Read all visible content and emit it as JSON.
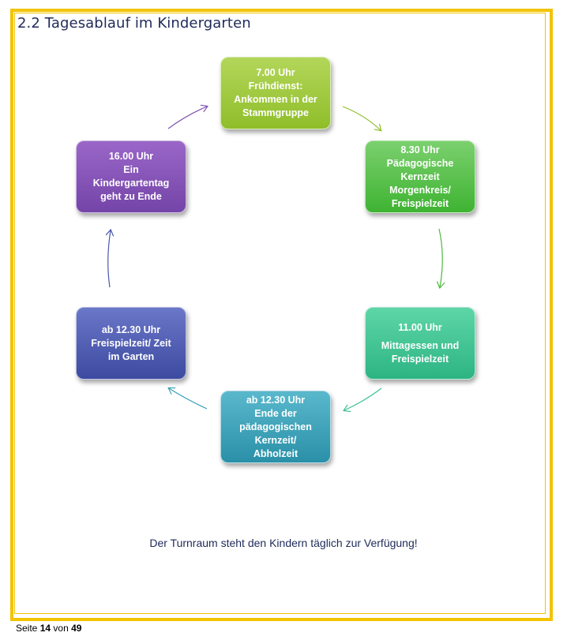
{
  "heading": "2.2 Tagesablauf im Kindergarten",
  "schedule": [
    {
      "lines": [
        "7.00 Uhr",
        "Frühdienst:",
        "Ankommen in der",
        "Stammgruppe"
      ]
    },
    {
      "lines": [
        "8.30 Uhr",
        "Pädagogische",
        "Kernzeit",
        "Morgenkreis/",
        "Freispielzeit"
      ]
    },
    {
      "lines": [
        "11.00 Uhr",
        "",
        "Mittagessen und",
        "Freispielzeit"
      ]
    },
    {
      "lines": [
        "ab 12.30 Uhr",
        "Ende der",
        "pädagogischen",
        "Kernzeit/",
        "Abholzeit"
      ]
    },
    {
      "lines": [
        "ab 12.30 Uhr",
        "Freispielzeit/ Zeit",
        "im Garten"
      ]
    },
    {
      "lines": [
        "16.00 Uhr",
        "Ein",
        "Kindergartentag",
        "geht zu Ende"
      ]
    }
  ],
  "note": "Der Turnraum steht den Kindern täglich zur Verfügung!",
  "footer": {
    "prefix": "Seite",
    "page": "14",
    "middle": "von",
    "total": "49"
  },
  "colors": {
    "frame": "#f3c300",
    "heading": "#1f2a5a",
    "box1": "#9cc93a",
    "box2": "#4cba3e",
    "box3": "#3cc18f",
    "box4": "#3aa1b8",
    "box5": "#4a57ad",
    "box6": "#8152b5"
  }
}
